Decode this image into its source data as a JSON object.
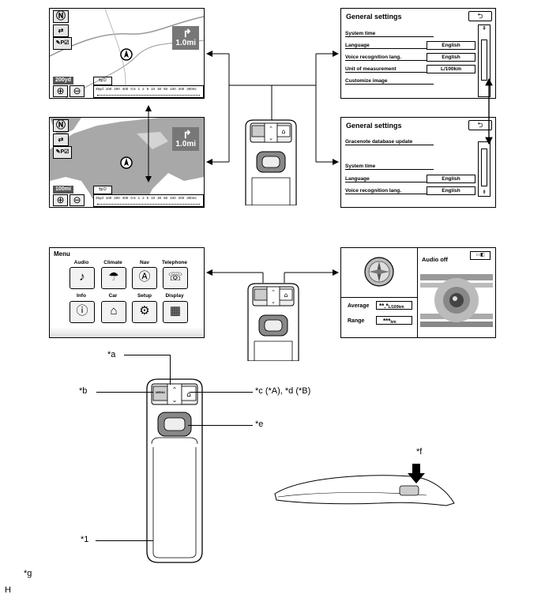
{
  "map_screens": [
    {
      "scale_label": "200yd",
      "distance": "1.0mi",
      "scale_ticks": [
        "25yd",
        "100",
        "200",
        "400",
        "0.5",
        "1",
        "2",
        "5",
        "10",
        "30",
        "50",
        "100",
        "200",
        "300mi"
      ]
    },
    {
      "scale_label": "100mi",
      "distance": "1.0mi",
      "scale_ticks": [
        "25yd",
        "100",
        "200",
        "400",
        "0.5",
        "1",
        "2",
        "5",
        "10",
        "30",
        "50",
        "100",
        "200",
        "300mi"
      ]
    }
  ],
  "settings_1": {
    "title": "General settings",
    "rows": [
      {
        "label": "System time",
        "value": ""
      },
      {
        "label": "Language",
        "value": "English"
      },
      {
        "label": "Voice recognition lang.",
        "value": "English"
      },
      {
        "label": "Unit of measurement",
        "value": "L/100km"
      },
      {
        "label": "Customize image",
        "value": ""
      }
    ]
  },
  "settings_2": {
    "title": "General settings",
    "rows": [
      {
        "label": "Gracenote database update",
        "value": ""
      },
      {
        "label": "System time",
        "value": ""
      },
      {
        "label": "Language",
        "value": "English"
      },
      {
        "label": "Voice recognition lang.",
        "value": "English"
      }
    ]
  },
  "menu_screen": {
    "title": "Menu",
    "items": [
      {
        "label": "Audio",
        "icon": "♪"
      },
      {
        "label": "Climate",
        "icon": "☂"
      },
      {
        "label": "Nav",
        "icon": "Ⓐ"
      },
      {
        "label": "Telephone",
        "icon": "☏"
      },
      {
        "label": "Info",
        "icon": "ⓘ"
      },
      {
        "label": "Car",
        "icon": "⌂"
      },
      {
        "label": "Setup",
        "icon": "⚙"
      },
      {
        "label": "Display",
        "icon": "▦"
      }
    ]
  },
  "home_screen": {
    "audio_status": "Audio off",
    "average_label": "Average",
    "average_value": "**.*",
    "average_unit": "L/100km",
    "range_label": "Range",
    "range_value": "***",
    "range_unit": "km"
  },
  "remote_labels": {
    "menu_button": "MENU"
  },
  "callouts": {
    "a": "*a",
    "b": "*b",
    "c": "*c (*A), *d (*B)",
    "e": "*e",
    "f": "*f",
    "one": "*1",
    "g": "*g",
    "h": "H"
  }
}
